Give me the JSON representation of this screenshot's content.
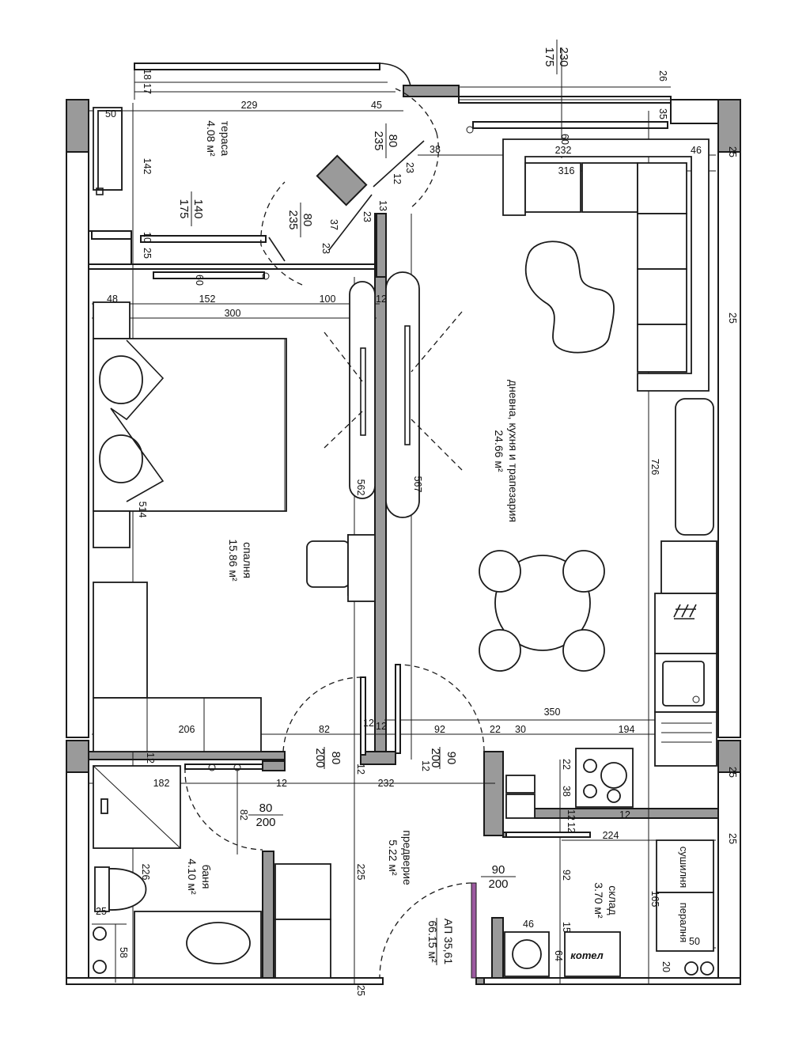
{
  "rooms": {
    "terrace": {
      "name": "тераса",
      "area": "4.08 м²"
    },
    "bedroom": {
      "name": "спалня",
      "area": "15.86 м²"
    },
    "living": {
      "name": "дневна, кухня и трапезария",
      "area": "24.66 м²"
    },
    "bathroom": {
      "name": "баня",
      "area": "4.10 м²"
    },
    "hallway": {
      "name": "предверие",
      "area": "5.22 м²"
    },
    "storage": {
      "name": "склад",
      "area": "3.70 м²"
    }
  },
  "apartment": {
    "name": "АП 35,61",
    "area": "66.15 м²"
  },
  "appliances": {
    "dryer": "сушилня",
    "washer": "пералня",
    "boiler": "котел"
  },
  "doors": {
    "terrace_door_a": {
      "width": "80",
      "height": "235"
    },
    "terrace_door_b": {
      "width": "80",
      "height": "235"
    },
    "terrace_window": {
      "width": "140",
      "height": "175"
    },
    "top_window": {
      "width": "230",
      "height": "175"
    },
    "bedroom_door": {
      "width": "80",
      "height": "200"
    },
    "entry_door_a": {
      "width": "90",
      "height": "200"
    },
    "bath_door": {
      "width": "80",
      "height": "200"
    },
    "entry_door_b": {
      "width": "90",
      "height": "200"
    }
  },
  "dimensions": {
    "d229": "229",
    "d45": "45",
    "d18": "18",
    "d17": "17",
    "d26": "26",
    "d35": "35",
    "d50": "50",
    "d142": "142",
    "d10": "10",
    "d25a": "25",
    "d60a": "60",
    "d60b": "60",
    "d38": "38",
    "d232": "232",
    "d46": "46",
    "d316": "316",
    "d23a": "23",
    "d12a": "12",
    "d13": "13",
    "d23b": "23",
    "d37": "37",
    "d23c": "23",
    "d48": "48",
    "d152": "152",
    "d100": "100",
    "d12b": "12",
    "d300": "300",
    "d25b": "25",
    "d25c": "25",
    "d726": "726",
    "d562": "562",
    "d567": "567",
    "d514": "514",
    "d206": "206",
    "d82a": "82",
    "d12c": "12",
    "d12d": "12",
    "d92a": "92",
    "d22a": "22",
    "d30": "30",
    "d194": "194",
    "d350": "350",
    "d12e": "12",
    "d12f": "12",
    "d12g": "12",
    "d182": "182",
    "d12h": "12",
    "d232b": "232",
    "d22b": "22",
    "d38b": "38",
    "d12i": "12",
    "d12j": "12",
    "d12k": "12",
    "d25d": "25",
    "d82b": "82",
    "d224": "224",
    "d25e": "25",
    "d226": "226",
    "d225": "225",
    "d92b": "92",
    "d165": "165",
    "d46b": "46",
    "d15": "15",
    "d64": "64",
    "d50b": "50",
    "d20": "20",
    "d25f": "25",
    "d58": "58",
    "d25g": "25"
  }
}
